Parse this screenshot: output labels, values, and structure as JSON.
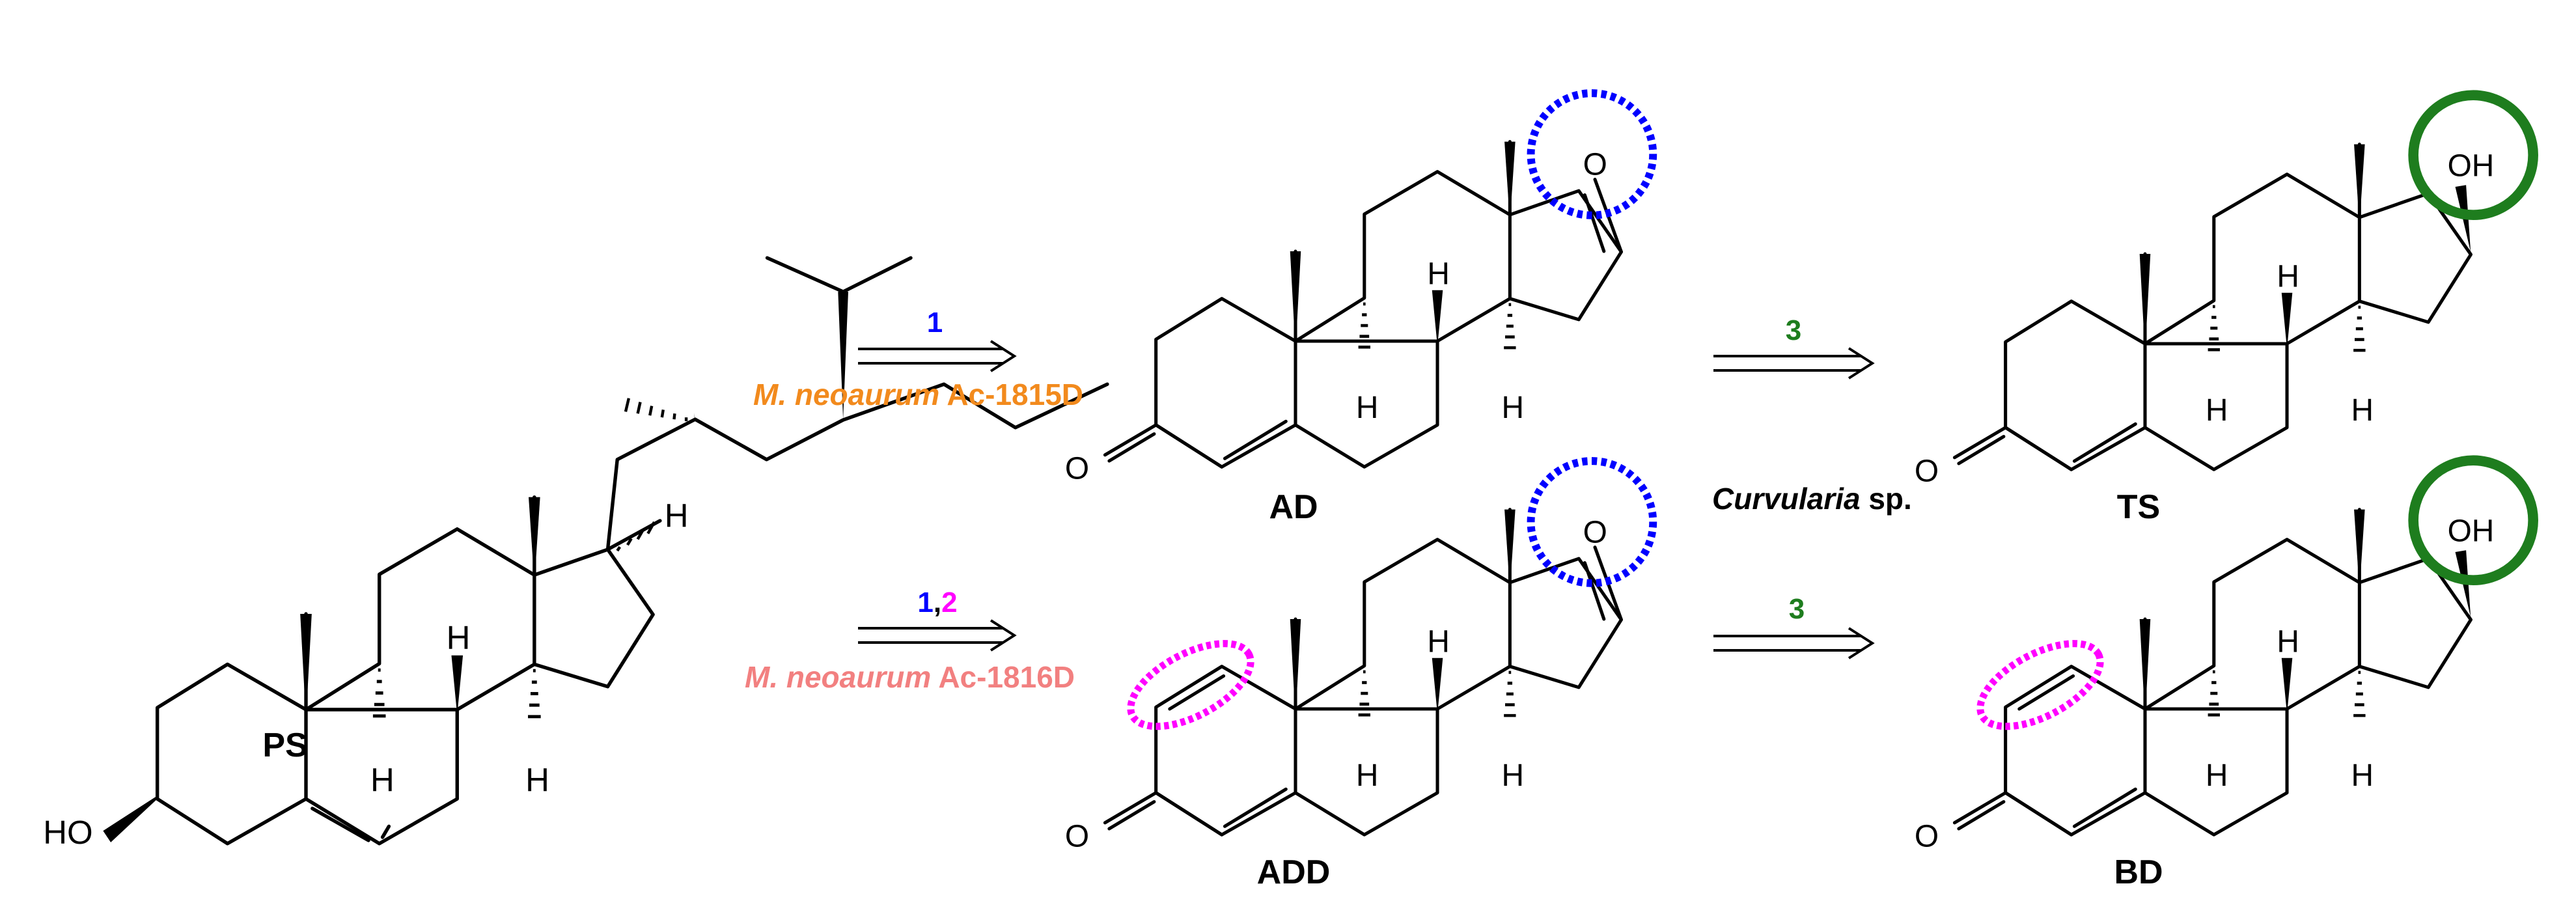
{
  "colors": {
    "black": "#000000",
    "enzyme_1": "#0000ff",
    "enzyme_2": "#ff00ff",
    "enzyme_3": "#1e7d1e",
    "strain_ac1815d": "#f28a1d",
    "strain_ac1816d": "#f28080",
    "marker_ketone": "#0000ff",
    "marker_dehydrogenation": "#ff00ff",
    "marker_hydroxyl": "#1e7d1e"
  },
  "compounds": {
    "ps": {
      "name": "PS",
      "hydroxyl": "HO"
    },
    "ad": {
      "name": "AD",
      "ketone": "O",
      "enone": "O"
    },
    "ts": {
      "name": "TS",
      "hydroxyl": "OH",
      "enone": "O"
    },
    "add": {
      "name": "ADD",
      "ketone": "O",
      "enone": "O"
    },
    "bd": {
      "name": "BD",
      "hydroxyl": "OH",
      "enone": "O"
    }
  },
  "h_label": "H",
  "steps": {
    "top_left": {
      "enzyme_a": "1",
      "strain_species": "M. neoaurum",
      "strain_code": "Ac-1815D"
    },
    "bottom_left": {
      "enzyme_a": "1",
      "separator": ",",
      "enzyme_b": "2",
      "strain_species": "M. neoaurum",
      "strain_code": "Ac-1816D"
    },
    "top_right": {
      "enzyme": "3",
      "organism_genus": "Curvularia",
      "organism_suffix": "sp."
    },
    "bottom_right": {
      "enzyme": "3"
    }
  }
}
